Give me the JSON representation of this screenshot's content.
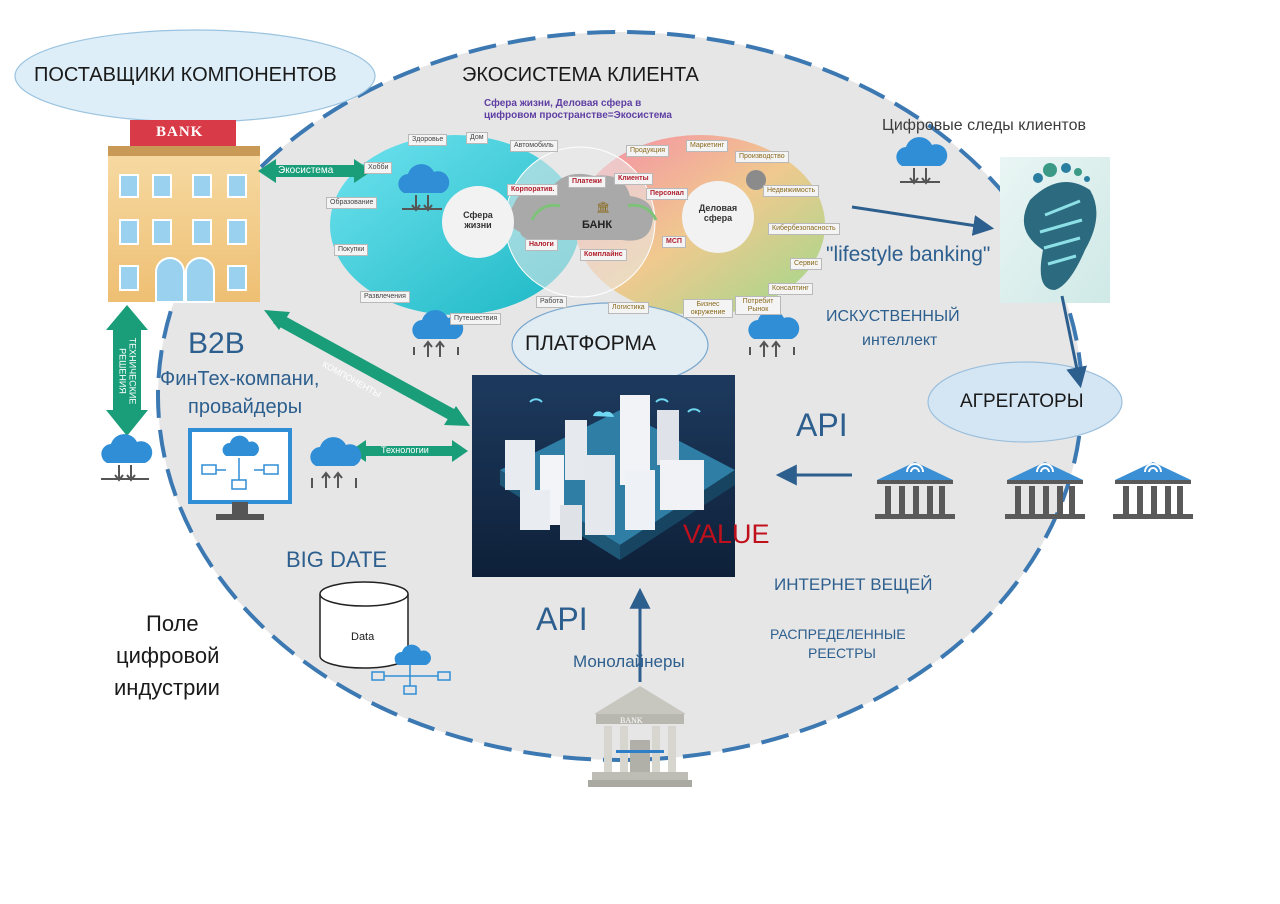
{
  "titles": {
    "suppliers": "ПОСТАВЩИКИ КОМПОНЕНТОВ",
    "ecosystem": "ЭКОСИСТЕМА КЛИЕНТА",
    "ecosystem_sub": "Сфера жизни, Деловая сфера в цифровом пространстве=Экосистема",
    "platform": "ПЛАТФОРМА",
    "aggregators": "АГРЕГАТОРЫ"
  },
  "labels": {
    "digital_traces": "Цифровые следы клиентов",
    "lifestyle": "\"lifestyle banking\"",
    "ai_line1": "ИСКУСТВЕННЫЙ",
    "ai_line2": "интеллект",
    "api_right": "API",
    "api_bottom": "API",
    "b2b": "B2B",
    "fintech_line1": "ФинТех-компани,",
    "fintech_line2": "провайдеры",
    "big_date": "BIG DATE",
    "data": "Data",
    "field_line1": "Поле",
    "field_line2": "цифровой",
    "field_line3": "индустрии",
    "iot": "ИНТЕРНЕТ ВЕЩЕЙ",
    "dlt_line1": "РАСПРЕДЕЛЕННЫЕ",
    "dlt_line2": "РЕЕСТРЫ",
    "monoliners": "Монолайнеры",
    "value": "VALUE",
    "bank_sign": "BANK",
    "bank_small": "BANK"
  },
  "arrows": {
    "ecosystem": "Экосистема",
    "tech_solutions_line1": "ТЕХНИЧЕСКИЕ",
    "tech_solutions_line2": "РЕШЕНИЯ",
    "components": "КОМПОНЕНТЫ",
    "technologies": "Технологии"
  },
  "spheres": {
    "life_line1": "Сфера",
    "life_line2": "жизни",
    "business_line1": "Деловая",
    "business_line2": "сфера",
    "bank": "БАНК"
  },
  "tags": {
    "health": "Здоровье",
    "house": "Дом",
    "auto": "Автомобиль",
    "hobby": "Хобби",
    "education": "Образование",
    "shopping": "Покупки",
    "entertainment": "Развлечения",
    "travel": "Путешествия",
    "work": "Работа",
    "corporate": "Корпоратив.",
    "payments": "Платежи",
    "clients": "Клиенты",
    "staff": "Персонал",
    "taxes": "Налоги",
    "compliance": "Комплайнс",
    "sme": "МСП",
    "products": "Продукция",
    "marketing": "Маркетинг",
    "production": "Производство",
    "real_estate": "Недвижимость",
    "cybersecurity": "Кибербезопасность",
    "service": "Сервис",
    "consulting": "Консалтинг",
    "logistics": "Логистика",
    "business_env_line1": "Бизнес",
    "business_env_line2": "окружение",
    "consumer_market_line1": "Потребит",
    "consumer_market_line2": "Рынок"
  },
  "colors": {
    "primary_blue": "#2d5f8e",
    "arrow_green": "#1a9e7a",
    "value_red": "#c0101c",
    "cloud_blue": "#2f8ed6",
    "ecosystem_fill": "#e4e4e4",
    "dash_blue": "#3c78b1"
  }
}
